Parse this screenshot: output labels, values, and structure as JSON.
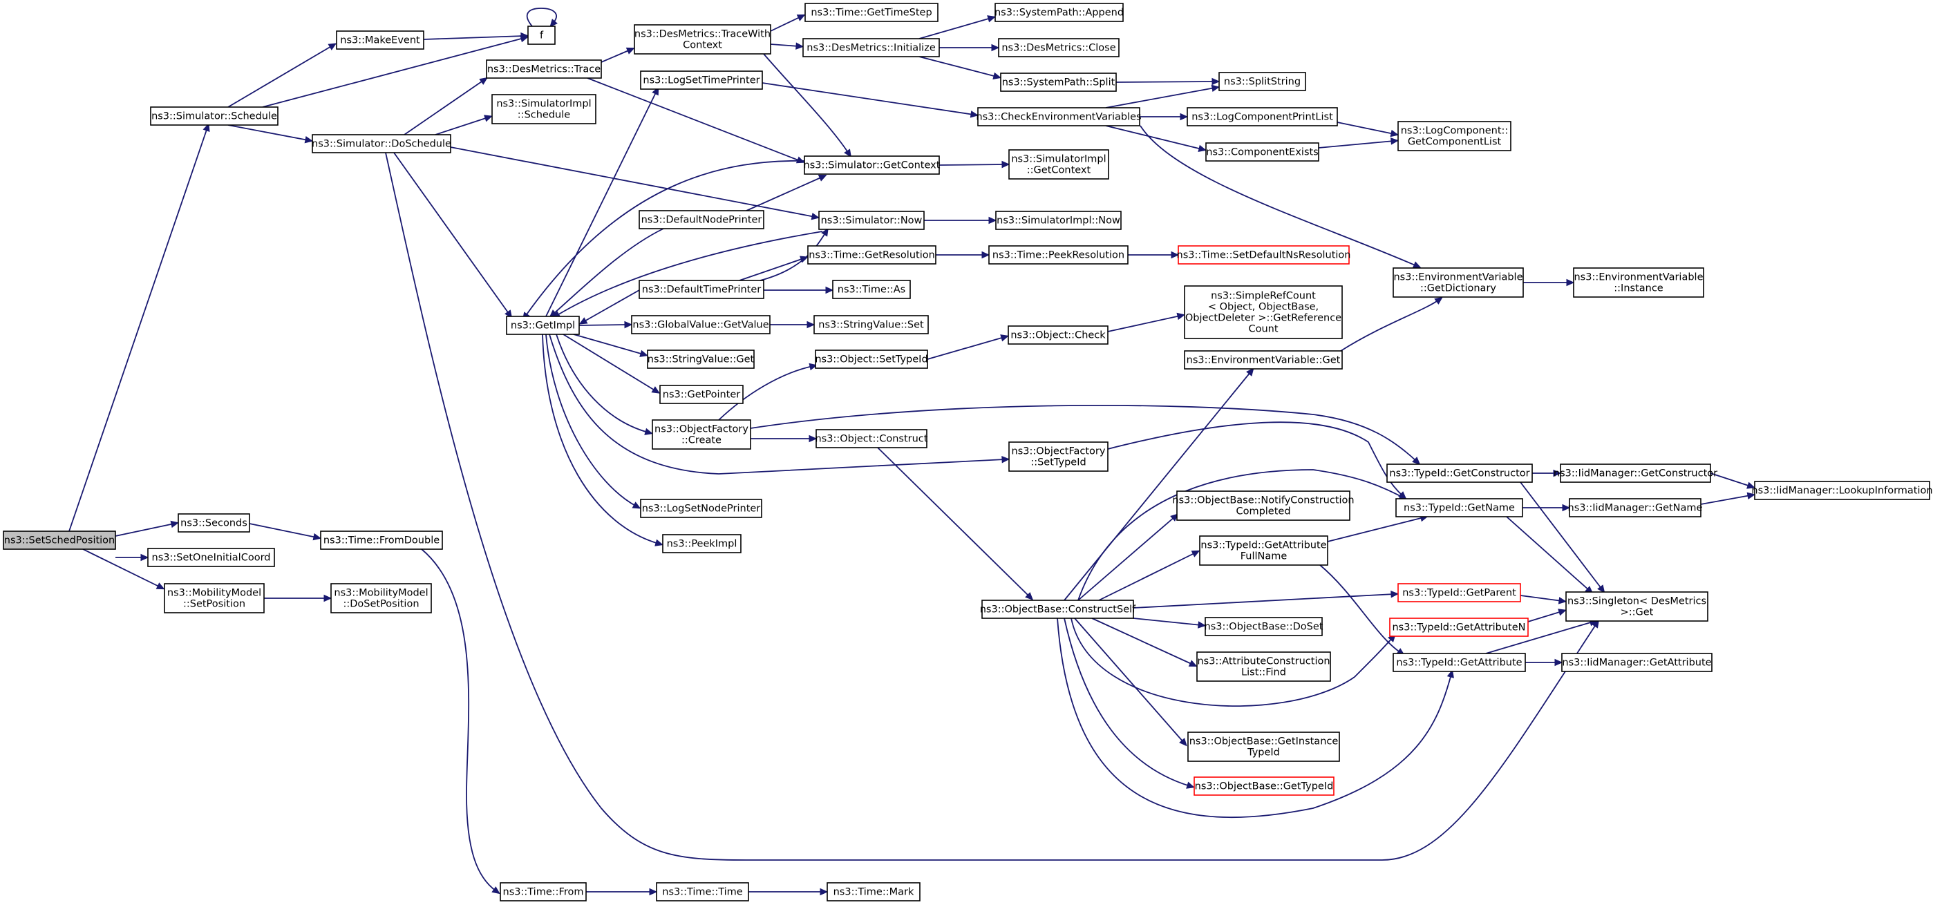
{
  "graph": {
    "nodes": [
      {
        "id": "root",
        "lines": [
          "ns3::SetSchedPosition"
        ]
      },
      {
        "id": "sched",
        "lines": [
          "ns3::Simulator::Schedule"
        ]
      },
      {
        "id": "seconds",
        "lines": [
          "ns3::Seconds"
        ]
      },
      {
        "id": "setoneinit",
        "lines": [
          "ns3::SetOneInitialCoord"
        ]
      },
      {
        "id": "mmsetpos",
        "lines": [
          "ns3::MobilityModel",
          "::SetPosition"
        ]
      },
      {
        "id": "makeevent",
        "lines": [
          "ns3::MakeEvent"
        ]
      },
      {
        "id": "f",
        "lines": [
          "f"
        ]
      },
      {
        "id": "dosched",
        "lines": [
          "ns3::Simulator::DoSchedule"
        ]
      },
      {
        "id": "fromdouble",
        "lines": [
          "ns3::Time::FromDouble"
        ]
      },
      {
        "id": "mmdosetpos",
        "lines": [
          "ns3::MobilityModel",
          "::DoSetPosition"
        ]
      },
      {
        "id": "timefrom",
        "lines": [
          "ns3::Time::From"
        ]
      },
      {
        "id": "dmtrace",
        "lines": [
          "ns3::DesMetrics::Trace"
        ]
      },
      {
        "id": "simimplsched",
        "lines": [
          "ns3::SimulatorImpl",
          "::Schedule"
        ]
      },
      {
        "id": "getimpl",
        "lines": [
          "ns3::GetImpl"
        ]
      },
      {
        "id": "timetime",
        "lines": [
          "ns3::Time::Time"
        ]
      },
      {
        "id": "dmtracewith",
        "lines": [
          "ns3::DesMetrics::TraceWith",
          "Context"
        ]
      },
      {
        "id": "logsettime",
        "lines": [
          "ns3::LogSetTimePrinter"
        ]
      },
      {
        "id": "defnodeprinter",
        "lines": [
          "ns3::DefaultNodePrinter"
        ]
      },
      {
        "id": "deftimeprinter",
        "lines": [
          "ns3::DefaultTimePrinter"
        ]
      },
      {
        "id": "gvgetvalue",
        "lines": [
          "ns3::GlobalValue::GetValue"
        ]
      },
      {
        "id": "svget",
        "lines": [
          "ns3::StringValue::Get"
        ]
      },
      {
        "id": "getpointer",
        "lines": [
          "ns3::GetPointer"
        ]
      },
      {
        "id": "ofcreate",
        "lines": [
          "ns3::ObjectFactory",
          "::Create"
        ]
      },
      {
        "id": "logsetnode",
        "lines": [
          "ns3::LogSetNodePrinter"
        ]
      },
      {
        "id": "peekimpl",
        "lines": [
          "ns3::PeekImpl"
        ]
      },
      {
        "id": "timemark",
        "lines": [
          "ns3::Time::Mark"
        ]
      },
      {
        "id": "gettimestep",
        "lines": [
          "ns3::Time::GetTimeStep"
        ]
      },
      {
        "id": "dminit",
        "lines": [
          "ns3::DesMetrics::Initialize"
        ]
      },
      {
        "id": "simgetctx",
        "lines": [
          "ns3::Simulator::GetContext"
        ]
      },
      {
        "id": "simnow",
        "lines": [
          "ns3::Simulator::Now"
        ]
      },
      {
        "id": "getres",
        "lines": [
          "ns3::Time::GetResolution"
        ]
      },
      {
        "id": "timeas",
        "lines": [
          "ns3::Time::As"
        ]
      },
      {
        "id": "svset",
        "lines": [
          "ns3::StringValue::Set"
        ]
      },
      {
        "id": "objsettypeid",
        "lines": [
          "ns3::Object::SetTypeId"
        ]
      },
      {
        "id": "objconstruct",
        "lines": [
          "ns3::Object::Construct"
        ]
      },
      {
        "id": "ofsettypeid",
        "lines": [
          "ns3::ObjectFactory",
          "::SetTypeId"
        ]
      },
      {
        "id": "spappend",
        "lines": [
          "ns3::SystemPath::Append"
        ]
      },
      {
        "id": "dmclose",
        "lines": [
          "ns3::DesMetrics::Close"
        ]
      },
      {
        "id": "spsplit",
        "lines": [
          "ns3::SystemPath::Split"
        ]
      },
      {
        "id": "checkenv",
        "lines": [
          "ns3::CheckEnvironmentVariables"
        ]
      },
      {
        "id": "simimplgetctx",
        "lines": [
          "ns3::SimulatorImpl",
          "::GetContext"
        ]
      },
      {
        "id": "simimplnow",
        "lines": [
          "ns3::SimulatorImpl::Now"
        ]
      },
      {
        "id": "peekres",
        "lines": [
          "ns3::Time::PeekResolution"
        ]
      },
      {
        "id": "objcheck",
        "lines": [
          "ns3::Object::Check"
        ]
      },
      {
        "id": "obconstructself",
        "lines": [
          "ns3::ObjectBase::ConstructSelf"
        ]
      },
      {
        "id": "splitstring",
        "lines": [
          "ns3::SplitString"
        ]
      },
      {
        "id": "logcompprint",
        "lines": [
          "ns3::LogComponentPrintList"
        ]
      },
      {
        "id": "compexists",
        "lines": [
          "ns3::ComponentExists"
        ]
      },
      {
        "id": "setdefaultns",
        "lines": [
          "ns3::Time::SetDefaultNsResolution"
        ],
        "red": true
      },
      {
        "id": "simplerefcount",
        "lines": [
          "ns3::SimpleRefCount",
          "< Object, ObjectBase,",
          "ObjectDeleter >::GetReference",
          "Count"
        ]
      },
      {
        "id": "envget",
        "lines": [
          "ns3::EnvironmentVariable::Get"
        ]
      },
      {
        "id": "obnotify",
        "lines": [
          "ns3::ObjectBase::NotifyConstruction",
          "Completed"
        ]
      },
      {
        "id": "getattrfull",
        "lines": [
          "ns3::TypeId::GetAttribute",
          "FullName"
        ]
      },
      {
        "id": "obdoset",
        "lines": [
          "ns3::ObjectBase::DoSet"
        ]
      },
      {
        "id": "attrconstfind",
        "lines": [
          "ns3::AttributeConstruction",
          "List::Find"
        ]
      },
      {
        "id": "obgetinsttype",
        "lines": [
          "ns3::ObjectBase::GetInstance",
          "TypeId"
        ]
      },
      {
        "id": "obgettypeid",
        "lines": [
          "ns3::ObjectBase::GetTypeId"
        ],
        "red": true
      },
      {
        "id": "logcompgetlist",
        "lines": [
          "ns3::LogComponent::",
          "GetComponentList"
        ]
      },
      {
        "id": "envgetdict",
        "lines": [
          "ns3::EnvironmentVariable",
          "::GetDictionary"
        ]
      },
      {
        "id": "tidgetconstructor",
        "lines": [
          "ns3::TypeId::GetConstructor"
        ]
      },
      {
        "id": "tidgetname",
        "lines": [
          "ns3::TypeId::GetName"
        ]
      },
      {
        "id": "tidgetparent",
        "lines": [
          "ns3::TypeId::GetParent"
        ],
        "red": true
      },
      {
        "id": "tidgetattrn",
        "lines": [
          "ns3::TypeId::GetAttributeN"
        ],
        "red": true
      },
      {
        "id": "tidgetattr",
        "lines": [
          "ns3::TypeId::GetAttribute"
        ]
      },
      {
        "id": "envinstance",
        "lines": [
          "ns3::EnvironmentVariable",
          "::Instance"
        ]
      },
      {
        "id": "iidgetconstructor",
        "lines": [
          "ns3::IidManager::GetConstructor"
        ]
      },
      {
        "id": "iidgetname",
        "lines": [
          "ns3::IidManager::GetName"
        ]
      },
      {
        "id": "singletonget",
        "lines": [
          "ns3::Singleton< DesMetrics",
          ">::Get"
        ]
      },
      {
        "id": "iidgetattr",
        "lines": [
          "ns3::IidManager::GetAttribute"
        ]
      },
      {
        "id": "iidlookup",
        "lines": [
          "ns3::IidManager::LookupInformation"
        ]
      }
    ]
  }
}
